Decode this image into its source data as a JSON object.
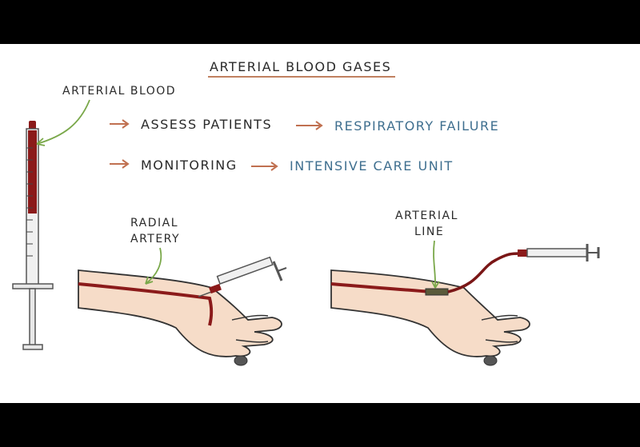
{
  "title": "ARTERIAL BLOOD GASES",
  "syringe_label": "ARTERIAL BLOOD",
  "rows": [
    {
      "left": "ASSESS PATIENTS",
      "right": "RESPIRATORY FAILURE"
    },
    {
      "left": "MONITORING",
      "right": "INTENSIVE CARE UNIT"
    }
  ],
  "left_panel_label": [
    "RADIAL",
    "ARTERY"
  ],
  "right_panel_label": [
    "ARTERIAL",
    "LINE"
  ],
  "colors": {
    "arrow": "#c07050",
    "accent_text": "#3f6f8f",
    "annotation_line": "#7aa84a",
    "blood": "#8b1a1a",
    "skin": "#f6dcc8",
    "underline": "#c08060"
  }
}
